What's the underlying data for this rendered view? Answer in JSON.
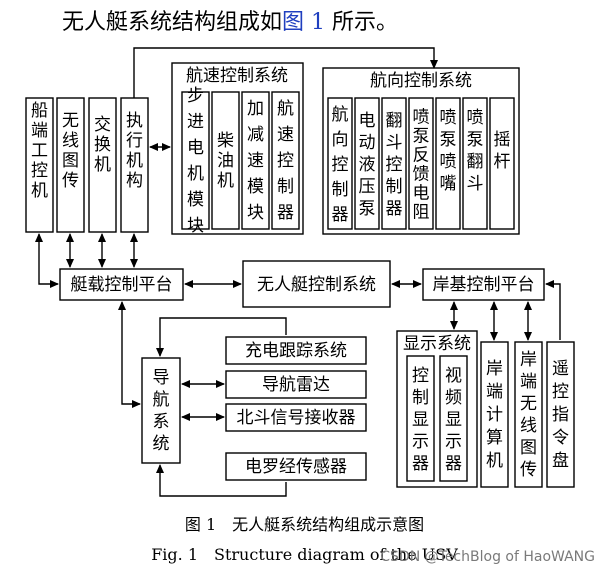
{
  "intro": {
    "before": "无人艇系统结构组成如",
    "ref": "图 1",
    "after": " 所示。"
  },
  "boxes": {
    "ship_ipc": "船端工控机",
    "wireless_tx": "无线图传",
    "switch": "交换机",
    "actuator": "执行机构",
    "onboard_platform": "艇载控制平台",
    "usv_system": "无人艇控制系统",
    "shore_platform": "岸基控制平台",
    "speed_group": {
      "title": "航速控制系统",
      "items": [
        "步进电机模块",
        "柴油机",
        "加减速模块",
        "航速控制器"
      ]
    },
    "heading_group": {
      "title": "航向控制系统",
      "items": [
        "航向控制器",
        "电动液压泵",
        "翻斗控制器",
        "喷泵反馈电阻",
        "喷泵喷嘴",
        "喷泵翻斗",
        "摇杆"
      ]
    },
    "nav_system": "导航系统",
    "charge_tracking": "充电跟踪系统",
    "nav_radar": "导航雷达",
    "beidou": "北斗信号接收器",
    "compass": "电罗经传感器",
    "display_group": {
      "title": "显示系统",
      "items": [
        "控制显示器",
        "视频显示器"
      ]
    },
    "shore_pc": "岸端计算机",
    "shore_wireless": "岸端无线图传",
    "remote": "遥控指令盘"
  },
  "caption": {
    "cn": "图 1　无人艇系统结构组成示意图",
    "en": "Fig. 1　Structure diagram of the USV"
  },
  "watermark": "CSDN @TechBlog of HaoWANG"
}
